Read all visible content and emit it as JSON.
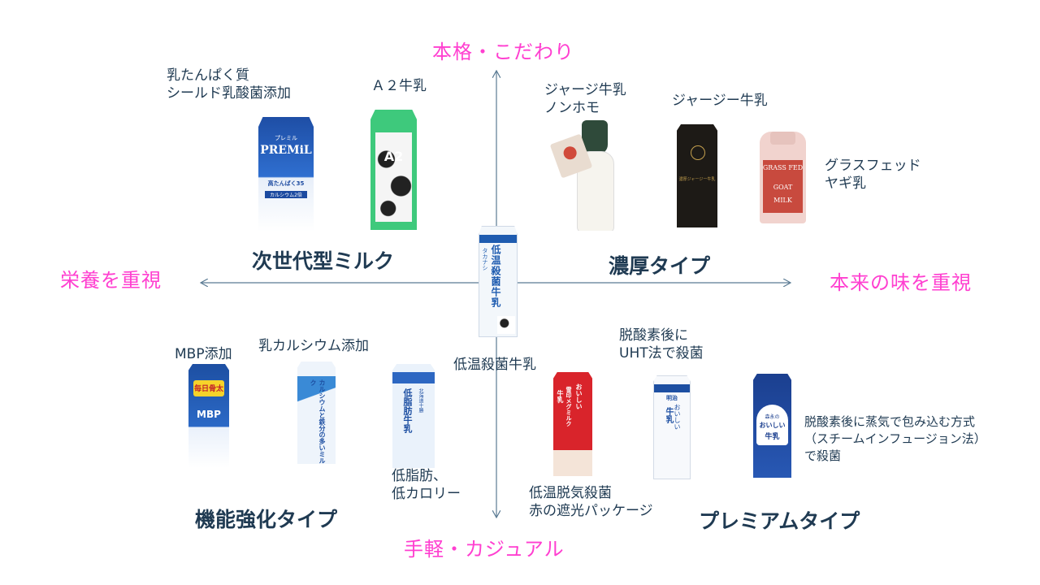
{
  "axes": {
    "top": "本格・こだわり",
    "bottom": "手軽・カジュアル",
    "left": "栄養を重視",
    "right": "本来の味を重視"
  },
  "categories": {
    "next_gen": "次世代型ミルク",
    "rich": "濃厚タイプ",
    "functional": "機能強化タイプ",
    "premium": "プレミアムタイプ"
  },
  "annotations": {
    "protein_line1": "乳たんぱく質",
    "protein_line2": "シールド乳酸菌添加",
    "a2": "Ａ２牛乳",
    "jersey_nonhomo_line1": "ジャージ牛乳",
    "jersey_nonhomo_line2": "ノンホモ",
    "jersey": "ジャージー牛乳",
    "goat_line1": "グラスフェッド",
    "goat_line2": "ヤギ乳",
    "mbp": "MBP添加",
    "calcium": "乳カルシウム添加",
    "center": "低温殺菌牛乳",
    "lowfat_line1": "低脂肪、",
    "lowfat_line2": "低カロリー",
    "uht_line1": "脱酸素後に",
    "uht_line2": "UHT法で殺菌",
    "steam_line1": "脱酸素後に蒸気で包み込む方式",
    "steam_line2": "（スチームインフュージョン法）",
    "steam_line3": "で殺菌",
    "snow_line1": "低温脱気殺菌",
    "snow_line2": "赤の遮光パッケージ"
  },
  "products": {
    "premil_brand": "PREMiL",
    "premil_top": "プレミル",
    "premil_protein": "高たんぱく35",
    "premil_calcium": "カルシウム2倍",
    "a2_label": "A2",
    "glass_bottle_tag": "",
    "jersey_box_text": "濃厚ジャージー牛乳",
    "goat_text1": "GRASS FED",
    "goat_text2": "GOAT",
    "goat_text3": "MILK",
    "takanashi_brand": "タカナシ",
    "takanashi_main": "低温殺菌牛乳",
    "mbp_main": "毎日骨太",
    "mbp_sub": "MBP",
    "calcium_main": "カルシウムと鉄分の多いミルク",
    "lowfat_main": "低脂肪牛乳",
    "lowfat_sub": "北海道十勝",
    "snow_main1": "おいしい",
    "snow_main2": "雪印メグミルク",
    "snow_main3": "牛乳",
    "meiji_brand": "明治",
    "meiji_main1": "おいしい",
    "meiji_main2": "牛乳",
    "morinaga_main1": "森永の",
    "morinaga_main2": "おいしい",
    "morinaga_main3": "牛乳"
  },
  "colors": {
    "axis_label": "#ff3fd0",
    "text": "#1f3a52",
    "axis_line": "#5a7a93"
  }
}
